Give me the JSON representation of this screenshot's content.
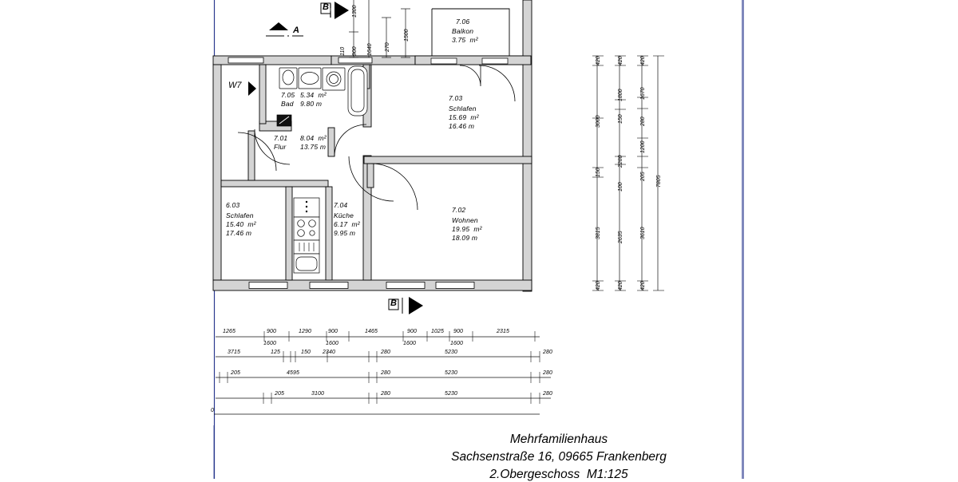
{
  "document": {
    "type": "architectural-floor-plan",
    "title_line1": "Mehrfamilienhaus",
    "title_line2": "Sachsenstraße 16, 09665 Frankenberg",
    "title_line3": "2.Obergeschoss  M1:125"
  },
  "apartment_label": "W7",
  "section_markers": [
    {
      "label": "A",
      "position": "top-left"
    },
    {
      "label": "B",
      "position": "top-center"
    },
    {
      "label": "B",
      "position": "bottom-center"
    }
  ],
  "rooms": [
    {
      "number": "7.05",
      "name": "Bad",
      "area": "5.34  m²",
      "perimeter": "9.80 m"
    },
    {
      "number": "7.01",
      "name": "Flur",
      "area": "8.04  m²",
      "perimeter": "13.75 m"
    },
    {
      "number": "7.06",
      "name": "Balkon",
      "area": "3.75  m²",
      "perimeter": ""
    },
    {
      "number": "7.03",
      "name": "Schlafen",
      "area": "15.69  m²",
      "perimeter": "16.46 m"
    },
    {
      "number": "6.03",
      "name": "Schlafen",
      "area": "15.40  m²",
      "perimeter": "17.46 m"
    },
    {
      "number": "7.04",
      "name": "Küche",
      "area": "6.17  m²",
      "perimeter": "9.95 m"
    },
    {
      "number": "7.02",
      "name": "Wohnen",
      "area": "19.95  m²",
      "perimeter": "18.09 m"
    }
  ],
  "dimensions": {
    "top_chain": [
      "1300",
      "900",
      "1640",
      "270",
      "110"
    ],
    "balcony": "1500",
    "right_column_1": [
      "420",
      "3000",
      "150",
      "3815",
      "420"
    ],
    "right_column_2": [
      "420",
      "1800",
      "150",
      "2280",
      "100",
      "2635",
      "420"
    ],
    "right_column_3": [
      "420",
      "1670",
      "280",
      "1200",
      "205",
      "3610",
      "420"
    ],
    "right_total": "7805",
    "bottom_row_1": [
      "1265",
      "900",
      "1290",
      "900",
      "1465",
      "900",
      "1025",
      "900",
      "2315"
    ],
    "bottom_row_2_upper": [
      "1600",
      "1600",
      "1600",
      "1600"
    ],
    "bottom_row_2": [
      "3715",
      "125",
      "150",
      "2340",
      "280",
      "5230",
      "280"
    ],
    "bottom_row_3": [
      "205",
      "4595",
      "280",
      "5230",
      "280"
    ],
    "bottom_row_4": [
      "205",
      "3100",
      "280",
      "5230",
      "280"
    ],
    "bottom_left_partial": "0"
  },
  "fixtures": [
    {
      "name": "toilet",
      "room": "7.05"
    },
    {
      "name": "washbasin",
      "room": "7.05"
    },
    {
      "name": "washing-machine",
      "room": "7.05"
    },
    {
      "name": "bathtub",
      "room": "7.05"
    },
    {
      "name": "stove",
      "room": "7.04"
    },
    {
      "name": "sink",
      "room": "7.04"
    },
    {
      "name": "counter",
      "room": "7.04"
    }
  ],
  "colors": {
    "wall_fill": "#d4d4d4",
    "line": "#000000",
    "border": "#2b3a8f",
    "dim_line": "#1a1a1a"
  }
}
